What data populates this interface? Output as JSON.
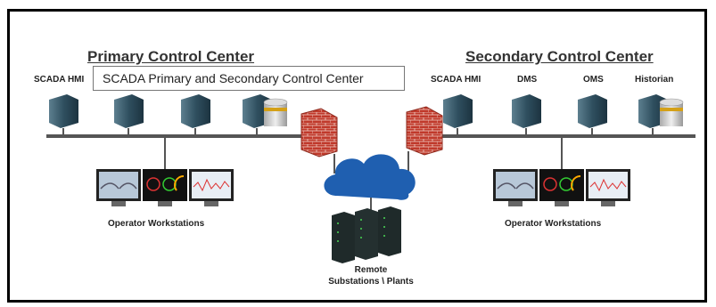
{
  "primary": {
    "title": "Primary Control Center",
    "server_labels": [
      "SCADA HMI"
    ],
    "workstations_label": "Operator Workstations"
  },
  "secondary": {
    "title": "Secondary Control Center",
    "server_labels": [
      "SCADA HMI",
      "DMS",
      "OMS",
      "Historian"
    ],
    "workstations_label": "Operator Workstations"
  },
  "tooltip": "SCADA Primary and Secondary Control Center",
  "remote": {
    "line1": "Remote",
    "line2": "Substations \\ Plants"
  },
  "colors": {
    "server": "#2f4f5f",
    "firewall": "#c0392b",
    "cloud": "#1f5fb0",
    "bus": "#555555"
  }
}
